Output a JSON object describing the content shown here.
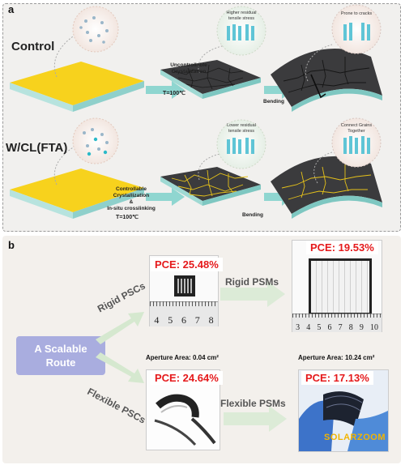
{
  "panel_a": {
    "letter": "a",
    "control_label": "Control",
    "cl_label": "W/CL(FTA)",
    "uncontrollable_label": "Uncontrollable\nCrystalization",
    "temp_top": "T=100℃",
    "bending_top": "Bending",
    "higher_stress": "Higher residual\ntensile stress",
    "prone_cracks": "Prone to cracks",
    "controllable_label": "Controllable\nCrystallization\n&\nIn-situ crosslinking",
    "temp_bottom": "T=100℃",
    "bending_bottom": "Bending",
    "lower_stress": "Lower residual\ntensile stress",
    "connect_grains": "Connect Grains\nTogether"
  },
  "panel_b": {
    "letter": "b",
    "route_label": "A Scalable\nRoute",
    "rigid_pscs": "Rigid PSCs",
    "flexible_pscs": "Flexible PSCs",
    "rigid_psms": "Rigid PSMs",
    "flexible_psms": "Flexible PSMs",
    "pce_rigid_psc": "PCE: 25.48%",
    "pce_rigid_psm": "PCE: 19.53%",
    "pce_flex_psc": "PCE: 24.64%",
    "pce_flex_psm": "PCE: 17.13%",
    "aperture_small": "Aperture Area: 0.04 cm²",
    "aperture_large": "Aperture Area: 10.24 cm²",
    "ruler_small": [
      "4",
      "5",
      "6",
      "7",
      "8"
    ],
    "ruler_large": [
      "3",
      "4",
      "5",
      "6",
      "7",
      "8",
      "9",
      "10"
    ],
    "watermark": "SOLARZOOM"
  },
  "colors": {
    "substrate_yellow": "#f5d21a",
    "substrate_edge": "#7fd3d0",
    "film_dark": "#3d3d3f",
    "grain_boundary": "#e6c21a",
    "arrow": "#8cd6d0",
    "route_box": "#a9addf",
    "pce_red": "#e5191b",
    "green_arrow": "#d9ebd4"
  }
}
